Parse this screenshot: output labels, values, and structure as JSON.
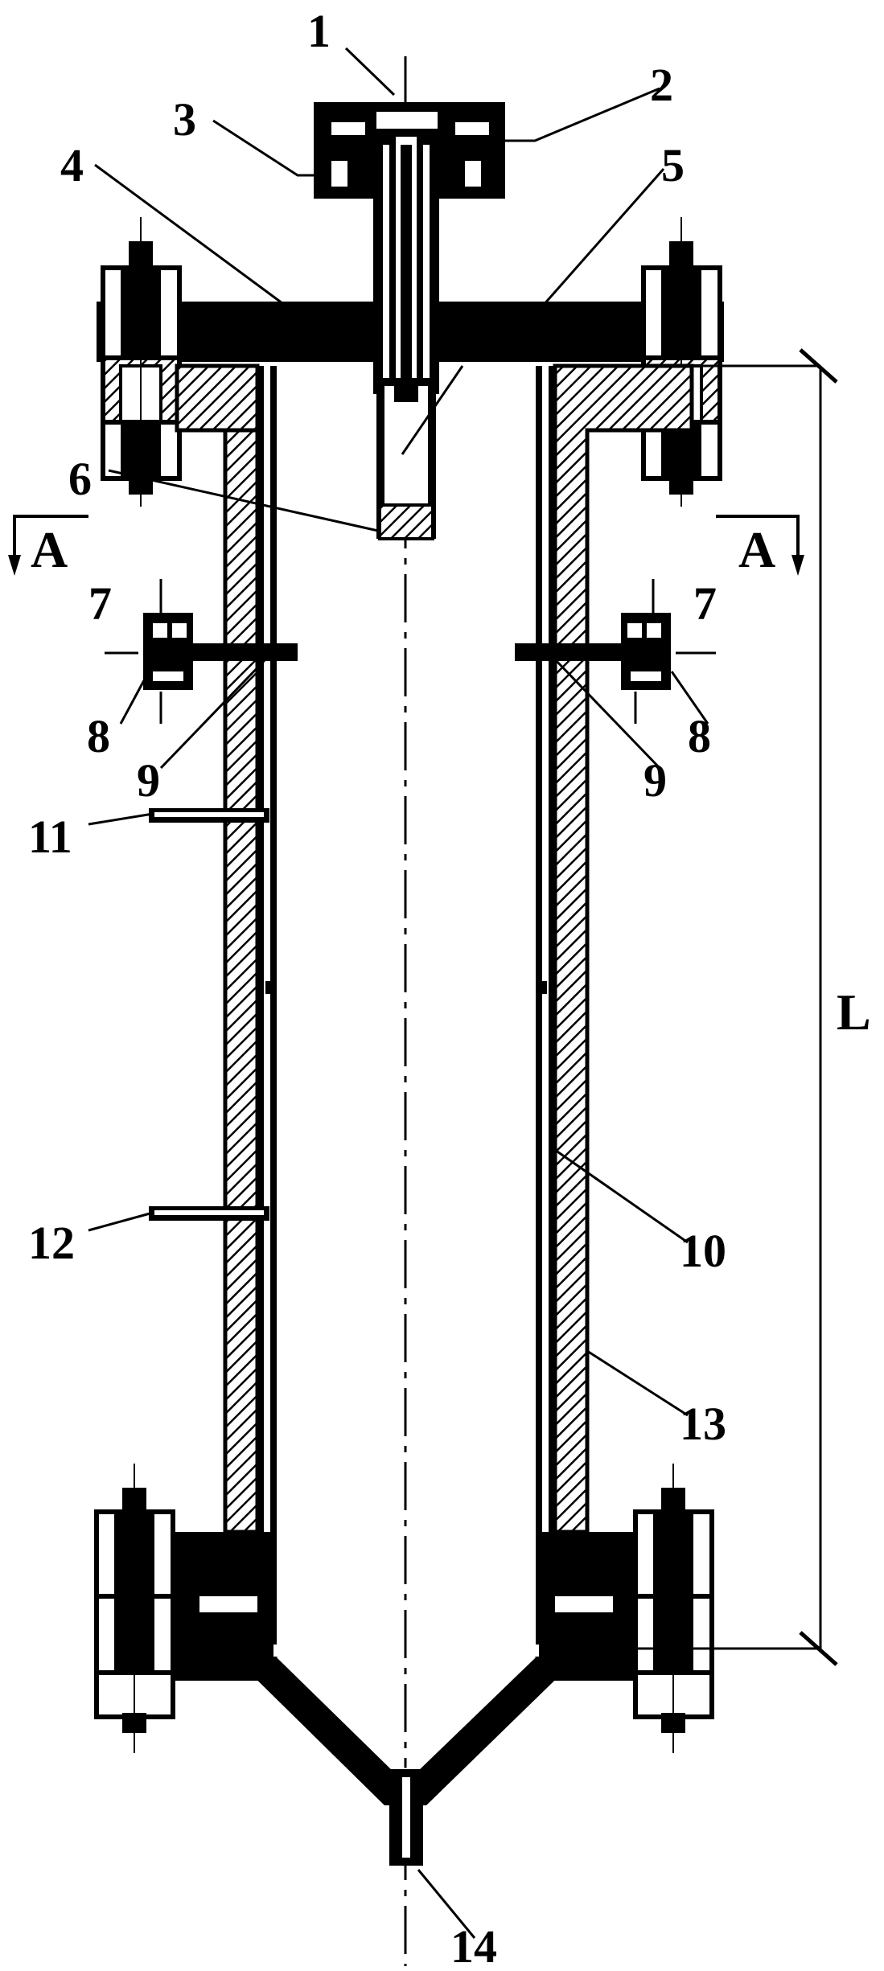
{
  "diagram": {
    "labels": {
      "l1": "1",
      "l2": "2",
      "l3": "3",
      "l4": "4",
      "l5": "5",
      "l6": "6",
      "l7_left": "7",
      "l7_right": "7",
      "l8_left": "8",
      "l8_right": "8",
      "l9_left": "9",
      "l9_right": "9",
      "l10": "10",
      "l11": "11",
      "l12": "12",
      "l13": "13",
      "l14": "14",
      "section_left": "A",
      "section_right": "A",
      "dimension": "L"
    },
    "colors": {
      "ink": "#000000",
      "paper": "#ffffff"
    }
  }
}
